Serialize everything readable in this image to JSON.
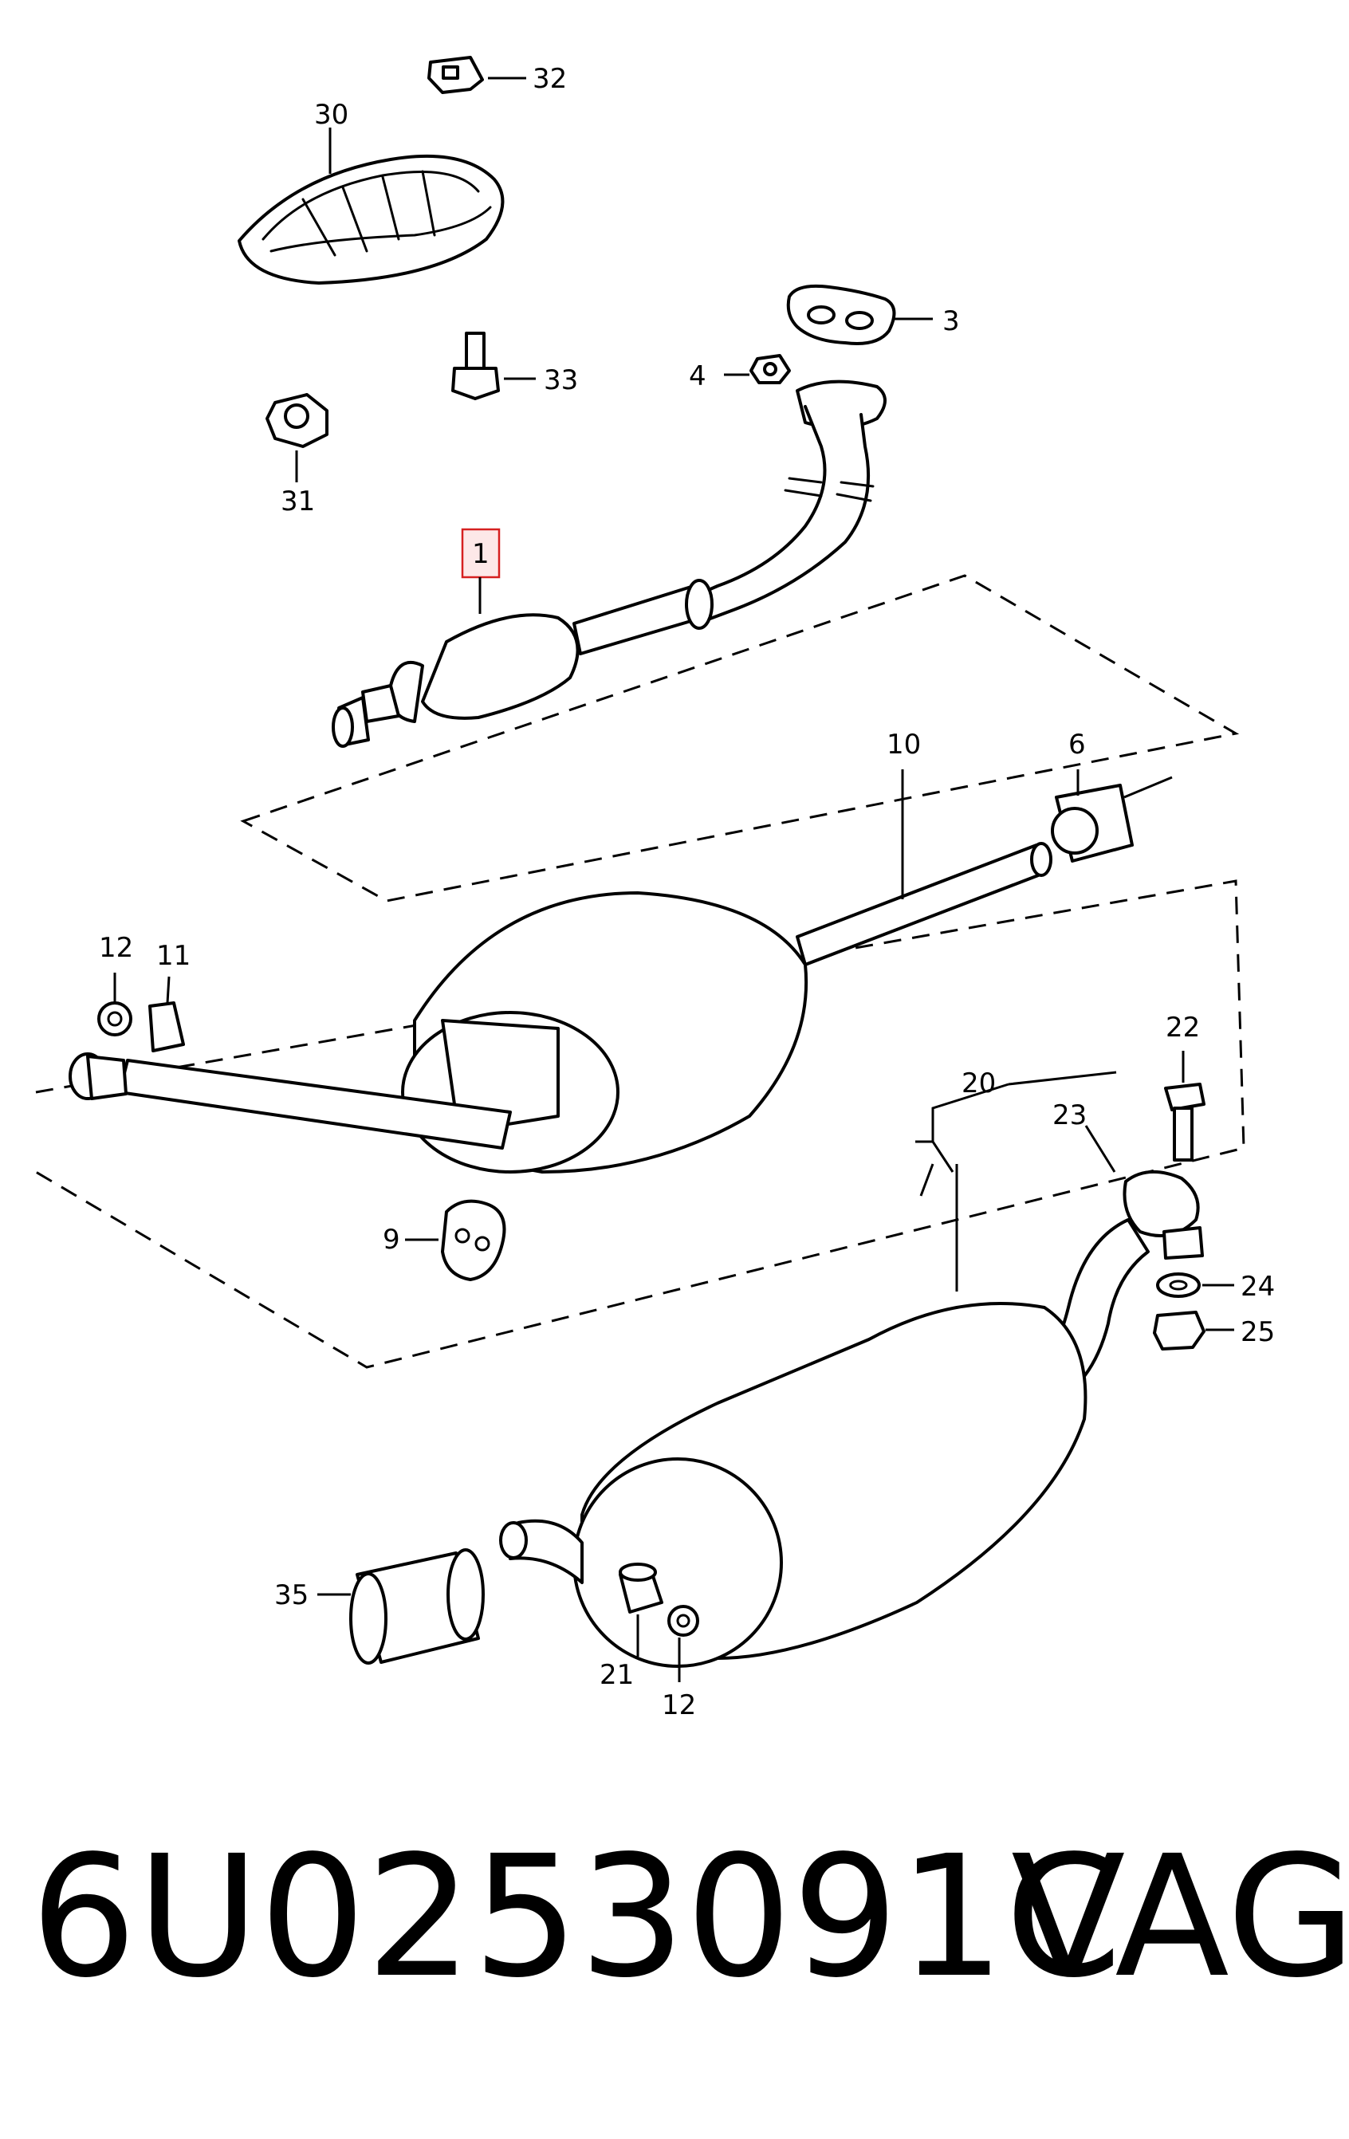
{
  "diagram": {
    "callouts": [
      {
        "key": "c32",
        "text": "32"
      },
      {
        "key": "c30",
        "text": "30"
      },
      {
        "key": "c3",
        "text": "3"
      },
      {
        "key": "c33",
        "text": "33"
      },
      {
        "key": "c4",
        "text": "4"
      },
      {
        "key": "c31",
        "text": "31"
      },
      {
        "key": "c1",
        "text": "1",
        "highlighted": true
      },
      {
        "key": "c10",
        "text": "10"
      },
      {
        "key": "c6",
        "text": "6"
      },
      {
        "key": "c12a",
        "text": "12"
      },
      {
        "key": "c11",
        "text": "11"
      },
      {
        "key": "c22",
        "text": "22"
      },
      {
        "key": "c20",
        "text": "20"
      },
      {
        "key": "c23",
        "text": "23"
      },
      {
        "key": "c9",
        "text": "9"
      },
      {
        "key": "c24",
        "text": "24"
      },
      {
        "key": "c25",
        "text": "25"
      },
      {
        "key": "c35",
        "text": "35"
      },
      {
        "key": "c21",
        "text": "21"
      },
      {
        "key": "c12b",
        "text": "12"
      }
    ],
    "highlight_color": "#d62020"
  },
  "footer": {
    "part_number": "6U0253091C",
    "brand": "VAG"
  }
}
